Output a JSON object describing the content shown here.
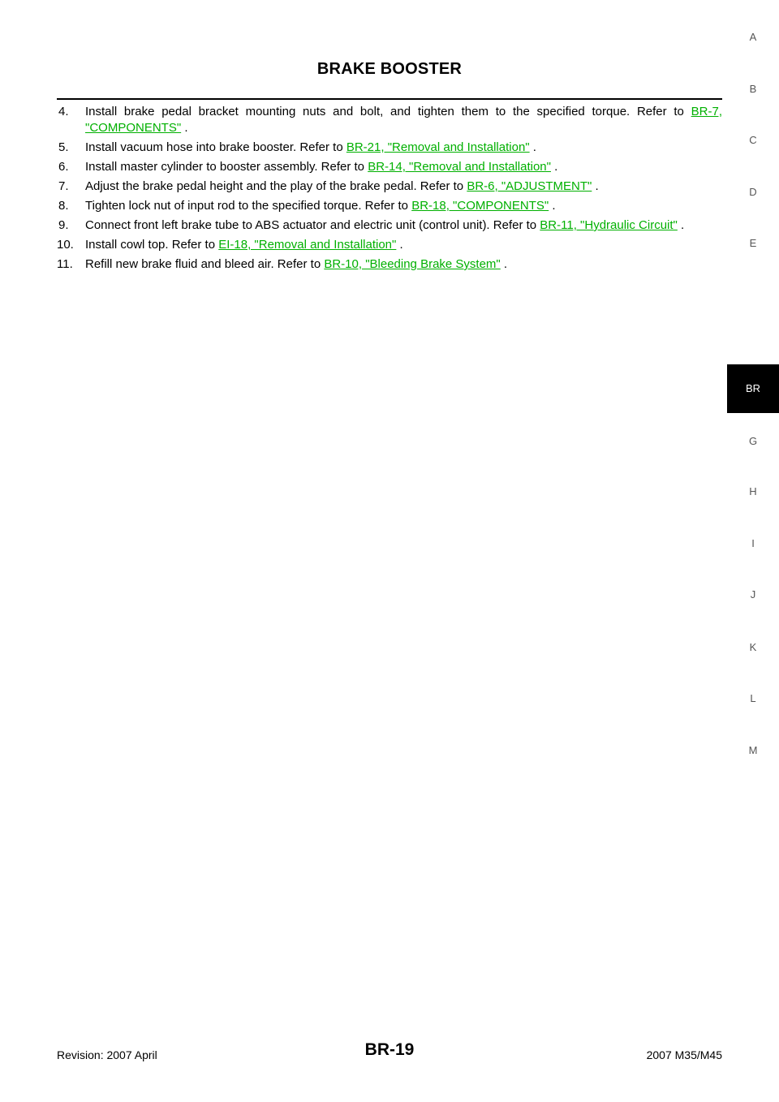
{
  "header": {
    "title": "BRAKE BOOSTER"
  },
  "steps": [
    {
      "num": "4.",
      "text": "Install brake pedal bracket mounting nuts and bolt, and tighten them to the specified torque. Refer to ",
      "link": "BR-7, \"COMPONENTS\"",
      "suffix": " ."
    },
    {
      "num": "5.",
      "text": "Install vacuum hose into brake booster. Refer to ",
      "link": "BR-21, \"Removal and Installation\"",
      "suffix": " ."
    },
    {
      "num": "6.",
      "text": "Install master cylinder to booster assembly. Refer to ",
      "link": "BR-14, \"Removal and Installation\"",
      "suffix": " ."
    },
    {
      "num": "7.",
      "text": "Adjust the brake pedal height and the play of the brake pedal. Refer to ",
      "link": "BR-6, \"ADJUSTMENT\"",
      "suffix": " ."
    },
    {
      "num": "8.",
      "text": "Tighten lock nut of input rod to the specified torque. Refer to ",
      "link": "BR-18, \"COMPONENTS\"",
      "suffix": " ."
    },
    {
      "num": "9.",
      "text": "Connect front left brake tube to ABS actuator and electric unit (control unit). Refer to ",
      "link": "BR-11, \"Hydraulic Circuit\"",
      "suffix": " ."
    },
    {
      "num": "10.",
      "text": "Install cowl top. Refer to ",
      "link": "EI-18, \"Removal and Installation\"",
      "suffix": " ."
    },
    {
      "num": "11.",
      "text": "Refill new brake fluid and bleed air. Refer to ",
      "link": "BR-10, \"Bleeding Brake System\"",
      "suffix": " ."
    }
  ],
  "side_tabs": [
    {
      "label": "A",
      "active": false
    },
    {
      "label": "B",
      "active": false
    },
    {
      "label": "C",
      "active": false
    },
    {
      "label": "D",
      "active": false
    },
    {
      "label": "E",
      "active": false
    },
    {
      "label": "BR",
      "active": true
    },
    {
      "label": "G",
      "active": false
    },
    {
      "label": "H",
      "active": false
    },
    {
      "label": "I",
      "active": false
    },
    {
      "label": "J",
      "active": false
    },
    {
      "label": "K",
      "active": false
    },
    {
      "label": "L",
      "active": false
    },
    {
      "label": "M",
      "active": false
    }
  ],
  "footer": {
    "revision": "Revision: 2007 April",
    "page": "BR-19",
    "model": "2007 M35/M45"
  },
  "colors": {
    "link": "#00b000",
    "active_tab_bg": "#000000",
    "active_tab_text": "#ffffff",
    "inactive_tab_text": "#555555"
  }
}
